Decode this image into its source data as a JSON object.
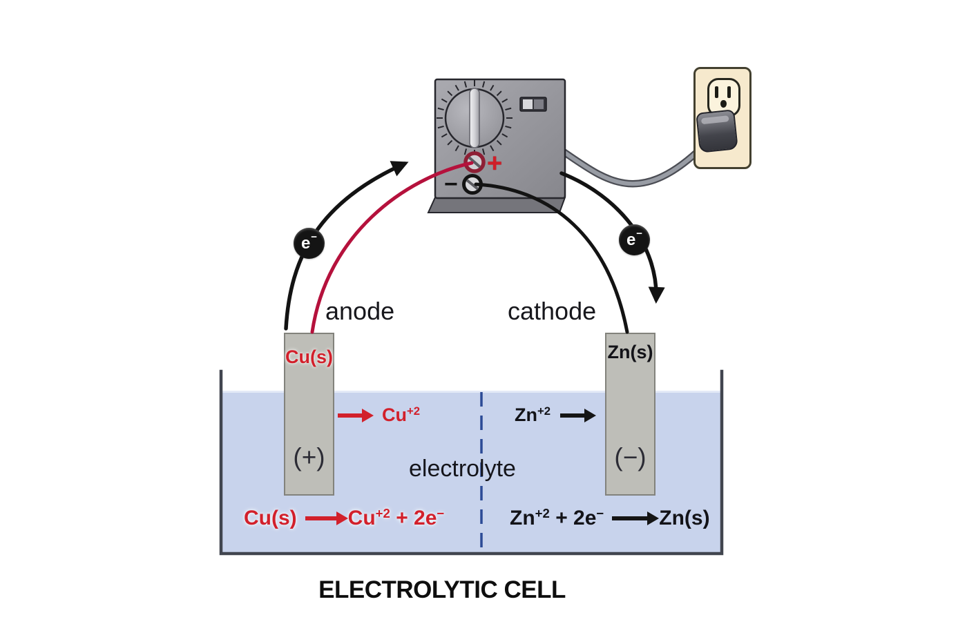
{
  "title": "ELECTROLYTIC CELL",
  "power_supply": {
    "plus_label": "+",
    "minus_label": "−"
  },
  "electron": {
    "base": "e",
    "sup": "−"
  },
  "anode": {
    "label": "anode",
    "electrode_label": "Cu(s)",
    "charge_label": "(+)",
    "ion_base": "Cu",
    "ion_sup": "+2",
    "half_reaction": {
      "lhs": "Cu(s)",
      "rhs_term1_base": "Cu",
      "rhs_term1_sup": "+2",
      "rhs_term2_base": " + 2e",
      "rhs_term2_sup": "−"
    }
  },
  "cathode": {
    "label": "cathode",
    "electrode_label": "Zn(s)",
    "charge_label": "(−)",
    "ion_base": "Zn",
    "ion_sup": "+2",
    "half_reaction": {
      "lhs_term1_base": "Zn",
      "lhs_term1_sup": "+2",
      "lhs_term2_base": " + 2e",
      "lhs_term2_sup": "−",
      "rhs": "Zn(s)"
    }
  },
  "electrolyte_label": "electrolyte",
  "colors": {
    "copper_red": "#d2202b",
    "wire_red": "#b5113c",
    "wire_black": "#131313",
    "water_blue": "#c8d3ec",
    "divider_blue": "#2c4b96",
    "electrode_gray": "#bebeb8",
    "supply_gray": "#97979d",
    "outlet_beige": "#f6e9cd"
  }
}
